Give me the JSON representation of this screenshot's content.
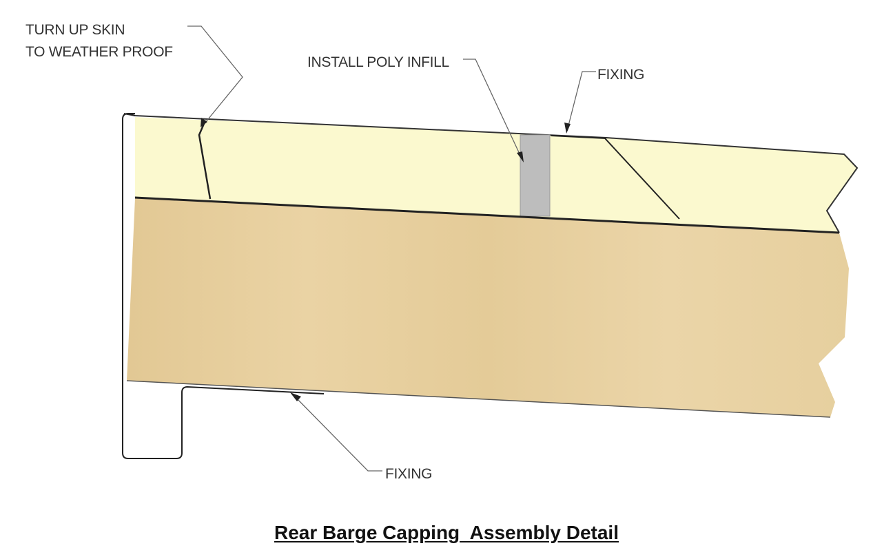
{
  "title": "Rear Barge Capping  Assembly Detail",
  "labels": {
    "turn_up_line1": "TURN UP SKIN",
    "turn_up_line2": "TO WEATHER PROOF",
    "install_poly": "INSTALL POLY INFILL",
    "fixing_top": "FIXING",
    "fixing_bottom": "FIXING"
  },
  "colors": {
    "insulation": "#fbf9cf",
    "timber": "#e6cf9e",
    "poly_infill": "#bdbdbd",
    "outline": "#222222",
    "leader": "#555555"
  }
}
